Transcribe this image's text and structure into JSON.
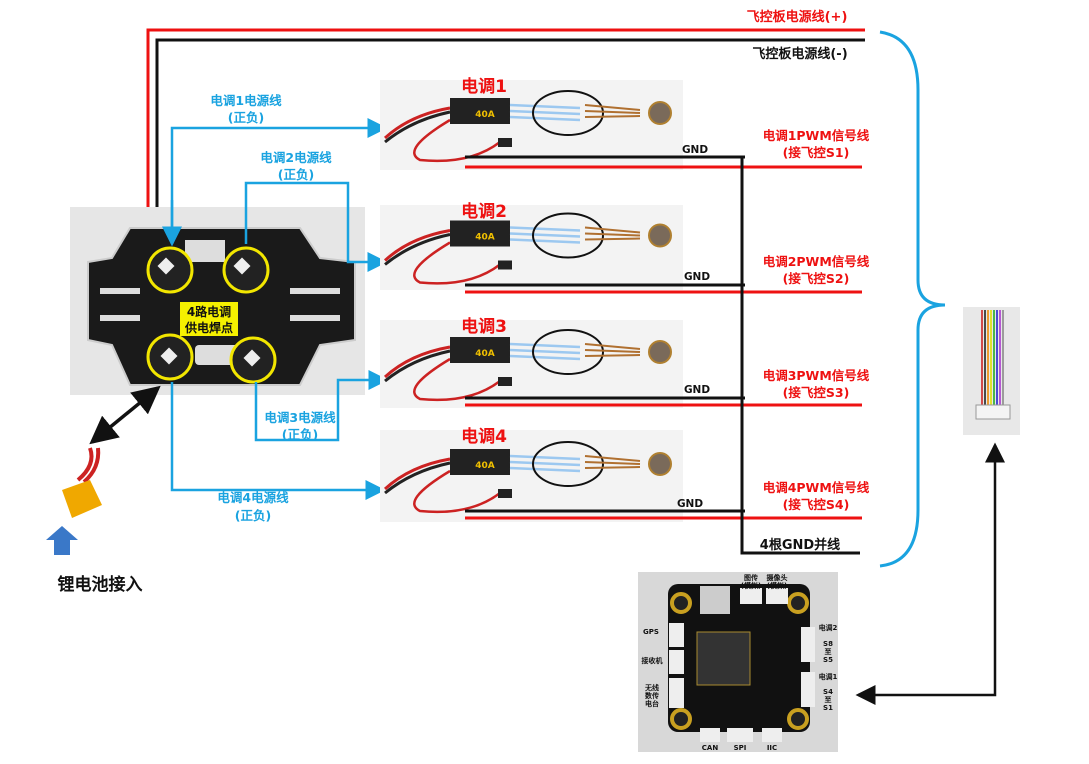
{
  "colors": {
    "red": "#ee1111",
    "blue": "#1aa3e0",
    "black": "#111111",
    "pcb": "#1a1a1a",
    "pad_ring": "#f2e600"
  },
  "fc_power": {
    "positive": "飞控板电源线(+)",
    "negative": "飞控板电源线(-)"
  },
  "pdb": {
    "label_line1": "4路电调",
    "label_line2": "供电焊点"
  },
  "battery": {
    "label": "锂电池接入"
  },
  "escs": [
    {
      "title": "电调1",
      "power_label": "电调1电源线",
      "power_sub": "(正负)",
      "gnd": "GND",
      "pwm_label": "电调1PWM信号线",
      "pwm_sub": "(接飞控S1)",
      "rating": "40A"
    },
    {
      "title": "电调2",
      "power_label": "电调2电源线",
      "power_sub": "(正负)",
      "gnd": "GND",
      "pwm_label": "电调2PWM信号线",
      "pwm_sub": "(接飞控S2)",
      "rating": "40A"
    },
    {
      "title": "电调3",
      "power_label": "电调3电源线",
      "power_sub": "(正负)",
      "gnd": "GND",
      "pwm_label": "电调3PWM信号线",
      "pwm_sub": "(接飞控S3)",
      "rating": "40A"
    },
    {
      "title": "电调4",
      "power_label": "电调4电源线",
      "power_sub": "(正负)",
      "gnd": "GND",
      "pwm_label": "电调4PWM信号线",
      "pwm_sub": "(接飞控S4)",
      "rating": "40A"
    }
  ],
  "gnd_merge": "4根GND并线",
  "flight_controller": {
    "top_left": "图传\n(模拟)",
    "top_right": "摄像头\n(模拟)",
    "gps": "GPS",
    "receiver": "接收机",
    "radio": "无线\n数传\n电台",
    "esc2": "电调2",
    "s8": "S8\n至\nS5",
    "esc1": "电调1",
    "s4": "S4\n至\nS1",
    "can": "CAN",
    "spi": "SPI",
    "iic": "IIC"
  }
}
